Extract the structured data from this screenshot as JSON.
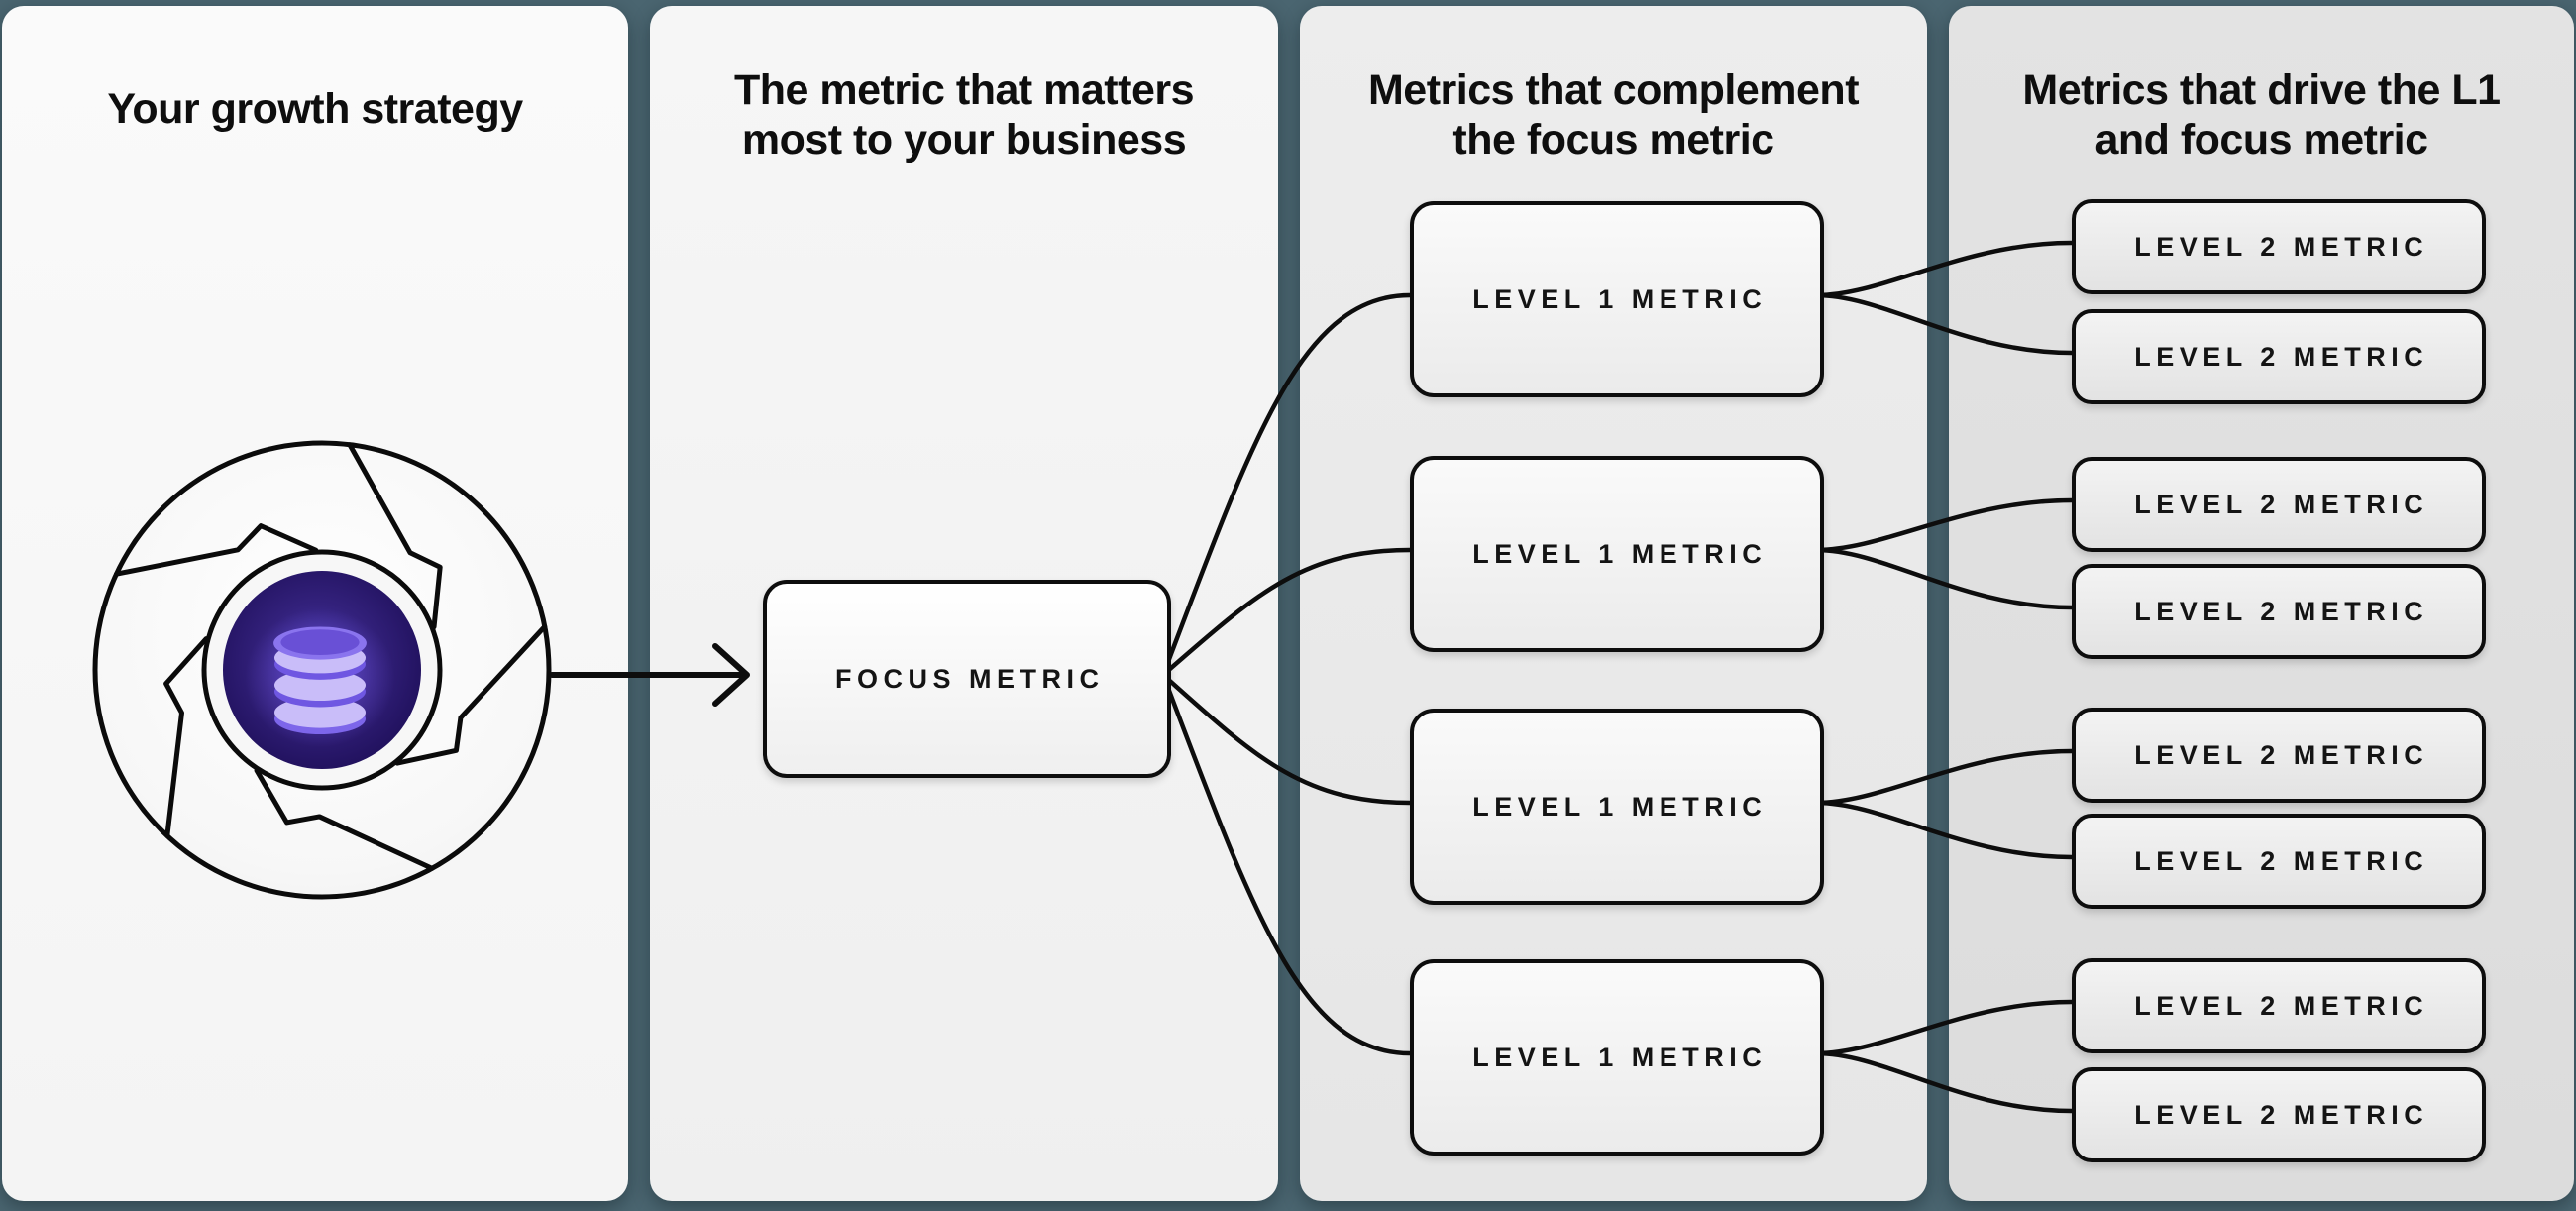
{
  "colors": {
    "background": "#4a6570",
    "line": "#0d0d0d",
    "title_color": "#0e0e0e",
    "hub_purple_dark": "#1b0d4e",
    "hub_purple_mid": "#33217c",
    "db_light_lavender": "#c9bdf9",
    "db_mid_purple": "#7d66ea",
    "db_face_purple": "#8a74ee"
  },
  "panels": [
    {
      "id": "growth-strategy",
      "title_lines": [
        "Your growth strategy"
      ]
    },
    {
      "id": "focus-metric",
      "title_lines": [
        "The metric that matters",
        "most to your business"
      ]
    },
    {
      "id": "level1-metrics",
      "title_lines": [
        "Metrics that complement",
        "the focus metric"
      ]
    },
    {
      "id": "level2-metrics",
      "title_lines": [
        "Metrics that drive the L1",
        "and focus metric"
      ]
    }
  ],
  "icons": {
    "flywheel": "flywheel-icon",
    "database": "database-icon",
    "arrow": "arrow-right-icon"
  },
  "focus_box": {
    "label": "FOCUS METRIC"
  },
  "level1_boxes": [
    {
      "label": "LEVEL 1 METRIC"
    },
    {
      "label": "LEVEL 1 METRIC"
    },
    {
      "label": "LEVEL 1 METRIC"
    },
    {
      "label": "LEVEL 1 METRIC"
    }
  ],
  "level2_boxes": [
    {
      "label": "LEVEL 2 METRIC"
    },
    {
      "label": "LEVEL 2 METRIC"
    },
    {
      "label": "LEVEL 2 METRIC"
    },
    {
      "label": "LEVEL 2 METRIC"
    },
    {
      "label": "LEVEL 2 METRIC"
    },
    {
      "label": "LEVEL 2 METRIC"
    },
    {
      "label": "LEVEL 2 METRIC"
    },
    {
      "label": "LEVEL 2 METRIC"
    }
  ]
}
